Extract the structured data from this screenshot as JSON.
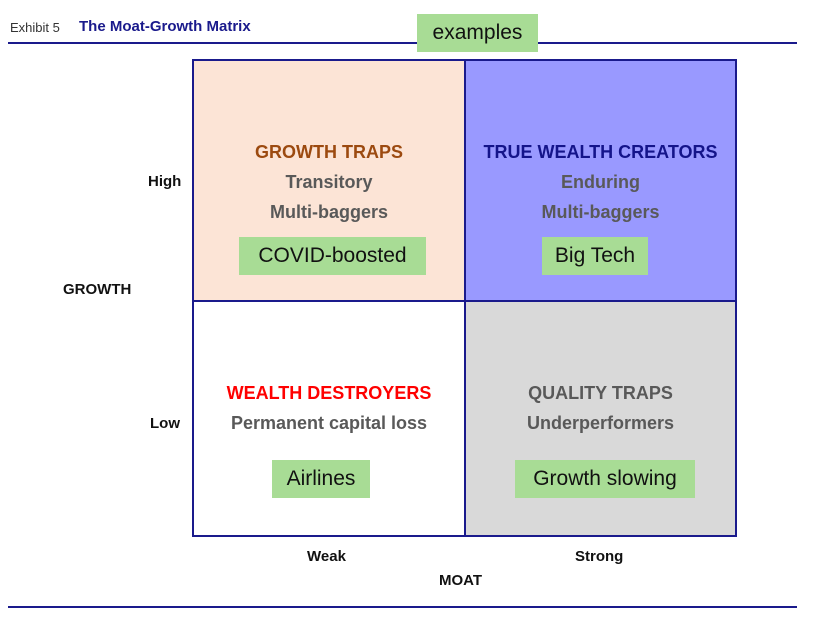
{
  "header": {
    "exhibit_label": "Exhibit 5",
    "title": "The Moat-Growth Matrix",
    "examples_tag": "examples",
    "rule_color": "#1a1a8c"
  },
  "axes": {
    "y_title": "GROWTH",
    "y_ticks": {
      "high": "High",
      "low": "Low"
    },
    "x_title": "MOAT",
    "x_ticks": {
      "weak": "Weak",
      "strong": "Strong"
    }
  },
  "quadrants": {
    "top_left": {
      "title": "GROWTH TRAPS",
      "line1": "Transitory",
      "line2": "Multi-baggers",
      "example": "COVID-boosted",
      "background": "#fce4d6",
      "title_color": "#9c4a10"
    },
    "top_right": {
      "title": "TRUE WEALTH CREATORS",
      "line1": "Enduring",
      "line2": "Multi-baggers",
      "example": "Big Tech",
      "background": "#9999ff",
      "title_color": "#14148a"
    },
    "bottom_left": {
      "title": "WEALTH DESTROYERS",
      "line1": "Permanent capital loss",
      "example": "Airlines",
      "background": "#ffffff",
      "title_color": "#ff0000"
    },
    "bottom_right": {
      "title": "QUALITY TRAPS",
      "line1": "Underperformers",
      "example": "Growth slowing",
      "background": "#d9d9d9",
      "title_color": "#595959"
    }
  },
  "colors": {
    "example_tag": "#a8dc95",
    "body_text": "#595959",
    "border": "#1a1a8c"
  }
}
